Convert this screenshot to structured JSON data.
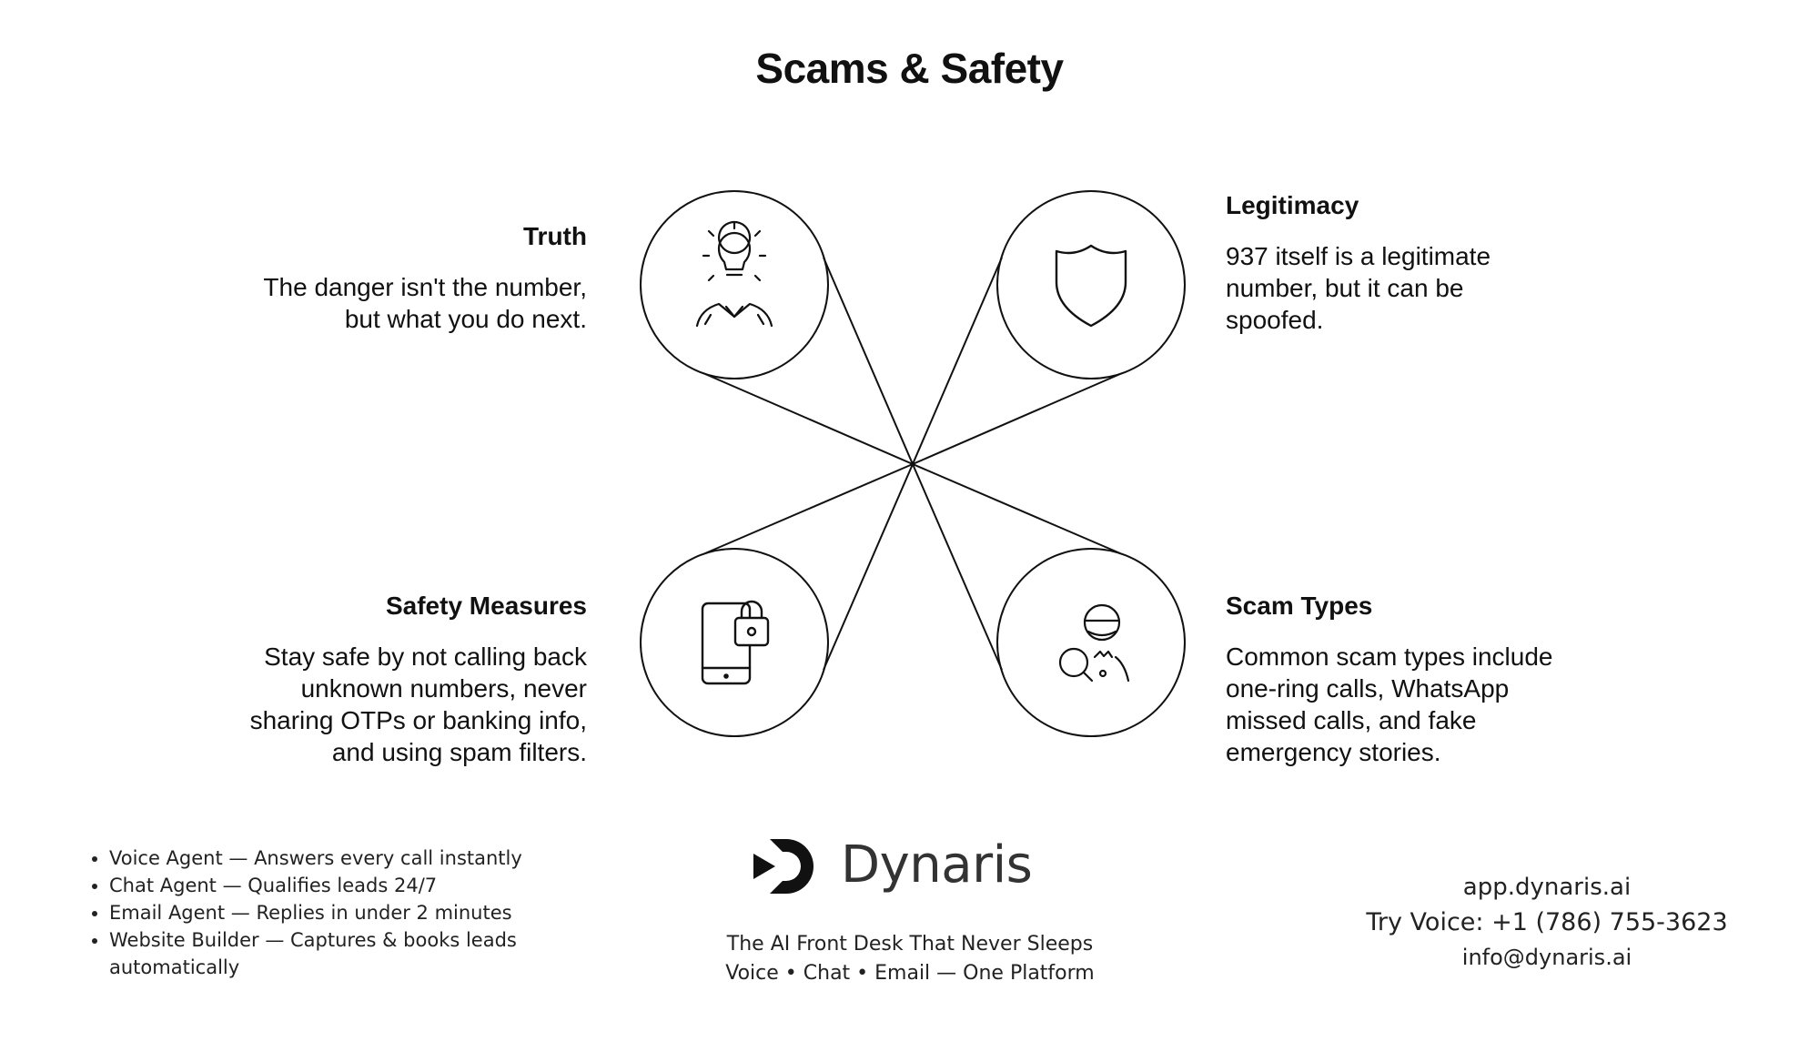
{
  "title": "Scams & Safety",
  "nodes": [
    {
      "id": "truth",
      "heading": "Truth",
      "body": "The danger isn't the number, but what you do next.",
      "icon": "lightbulb-person-icon"
    },
    {
      "id": "legitimacy",
      "heading": "Legitimacy",
      "body": "937 itself is a legitimate number, but it can be spoofed.",
      "icon": "shield-icon"
    },
    {
      "id": "safety",
      "heading": "Safety Measures",
      "body": "Stay safe by not calling back unknown numbers, never sharing OTPs or banking info, and using spam filters.",
      "icon": "phone-lock-icon"
    },
    {
      "id": "scam",
      "heading": "Scam Types",
      "body": "Common scam types include one-ring calls, WhatsApp missed calls, and fake emergency stories.",
      "icon": "detective-search-icon"
    }
  ],
  "footer": {
    "features": [
      "Voice Agent — Answers every call instantly",
      "Chat Agent — Qualifies leads 24/7",
      "Email Agent — Replies in under 2 minutes",
      " Website Builder — Captures & books leads automatically"
    ],
    "brand": "Dynaris",
    "tagline_1": "The AI Front Desk That Never Sleeps",
    "tagline_2": "Voice • Chat • Email — One Platform",
    "url": "app.dynaris.ai",
    "phone": "Try Voice: +1 (786) 755-3623",
    "email": "info@dynaris.ai"
  },
  "colors": {
    "text": "#111111",
    "line": "#111111",
    "brand": "#111111"
  }
}
